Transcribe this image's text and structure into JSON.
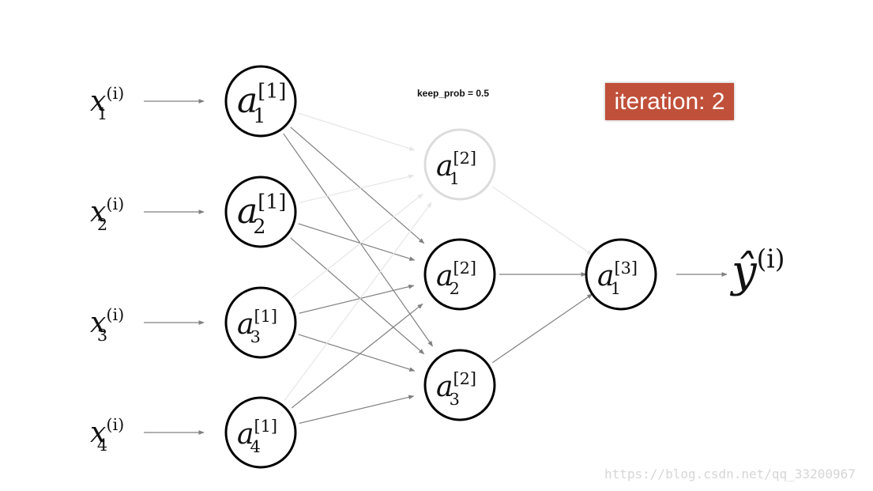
{
  "keep_prob_label": "keep_prob = 0.5",
  "iteration_badge": {
    "label": "iteration: 2",
    "color": "#c0503a"
  },
  "watermark": "https://blog.csdn.net/qq_33200967",
  "inputs": [
    {
      "base": "x",
      "sub": "1",
      "sup": "(i)"
    },
    {
      "base": "x",
      "sub": "2",
      "sup": "(i)"
    },
    {
      "base": "x",
      "sub": "3",
      "sup": "(i)"
    },
    {
      "base": "x",
      "sub": "4",
      "sup": "(i)"
    }
  ],
  "layers": [
    {
      "nodes": [
        {
          "base": "a",
          "sub": "1",
          "sup": "[1]",
          "dropped": false
        },
        {
          "base": "a",
          "sub": "2",
          "sup": "[1]",
          "dropped": false
        },
        {
          "base": "a",
          "sub": "3",
          "sup": "[1]",
          "dropped": false
        },
        {
          "base": "a",
          "sub": "4",
          "sup": "[1]",
          "dropped": false
        }
      ]
    },
    {
      "nodes": [
        {
          "base": "a",
          "sub": "1",
          "sup": "[2]",
          "dropped": true
        },
        {
          "base": "a",
          "sub": "2",
          "sup": "[2]",
          "dropped": false
        },
        {
          "base": "a",
          "sub": "3",
          "sup": "[2]",
          "dropped": false
        }
      ]
    },
    {
      "nodes": [
        {
          "base": "a",
          "sub": "1",
          "sup": "[3]",
          "dropped": false
        }
      ]
    }
  ],
  "output": {
    "base": "ŷ",
    "sup": "(i)"
  },
  "colors": {
    "edge": "#808080",
    "edge_faded": "#e6e6e6",
    "node": "#000000",
    "node_faded": "#dcdcdc"
  }
}
